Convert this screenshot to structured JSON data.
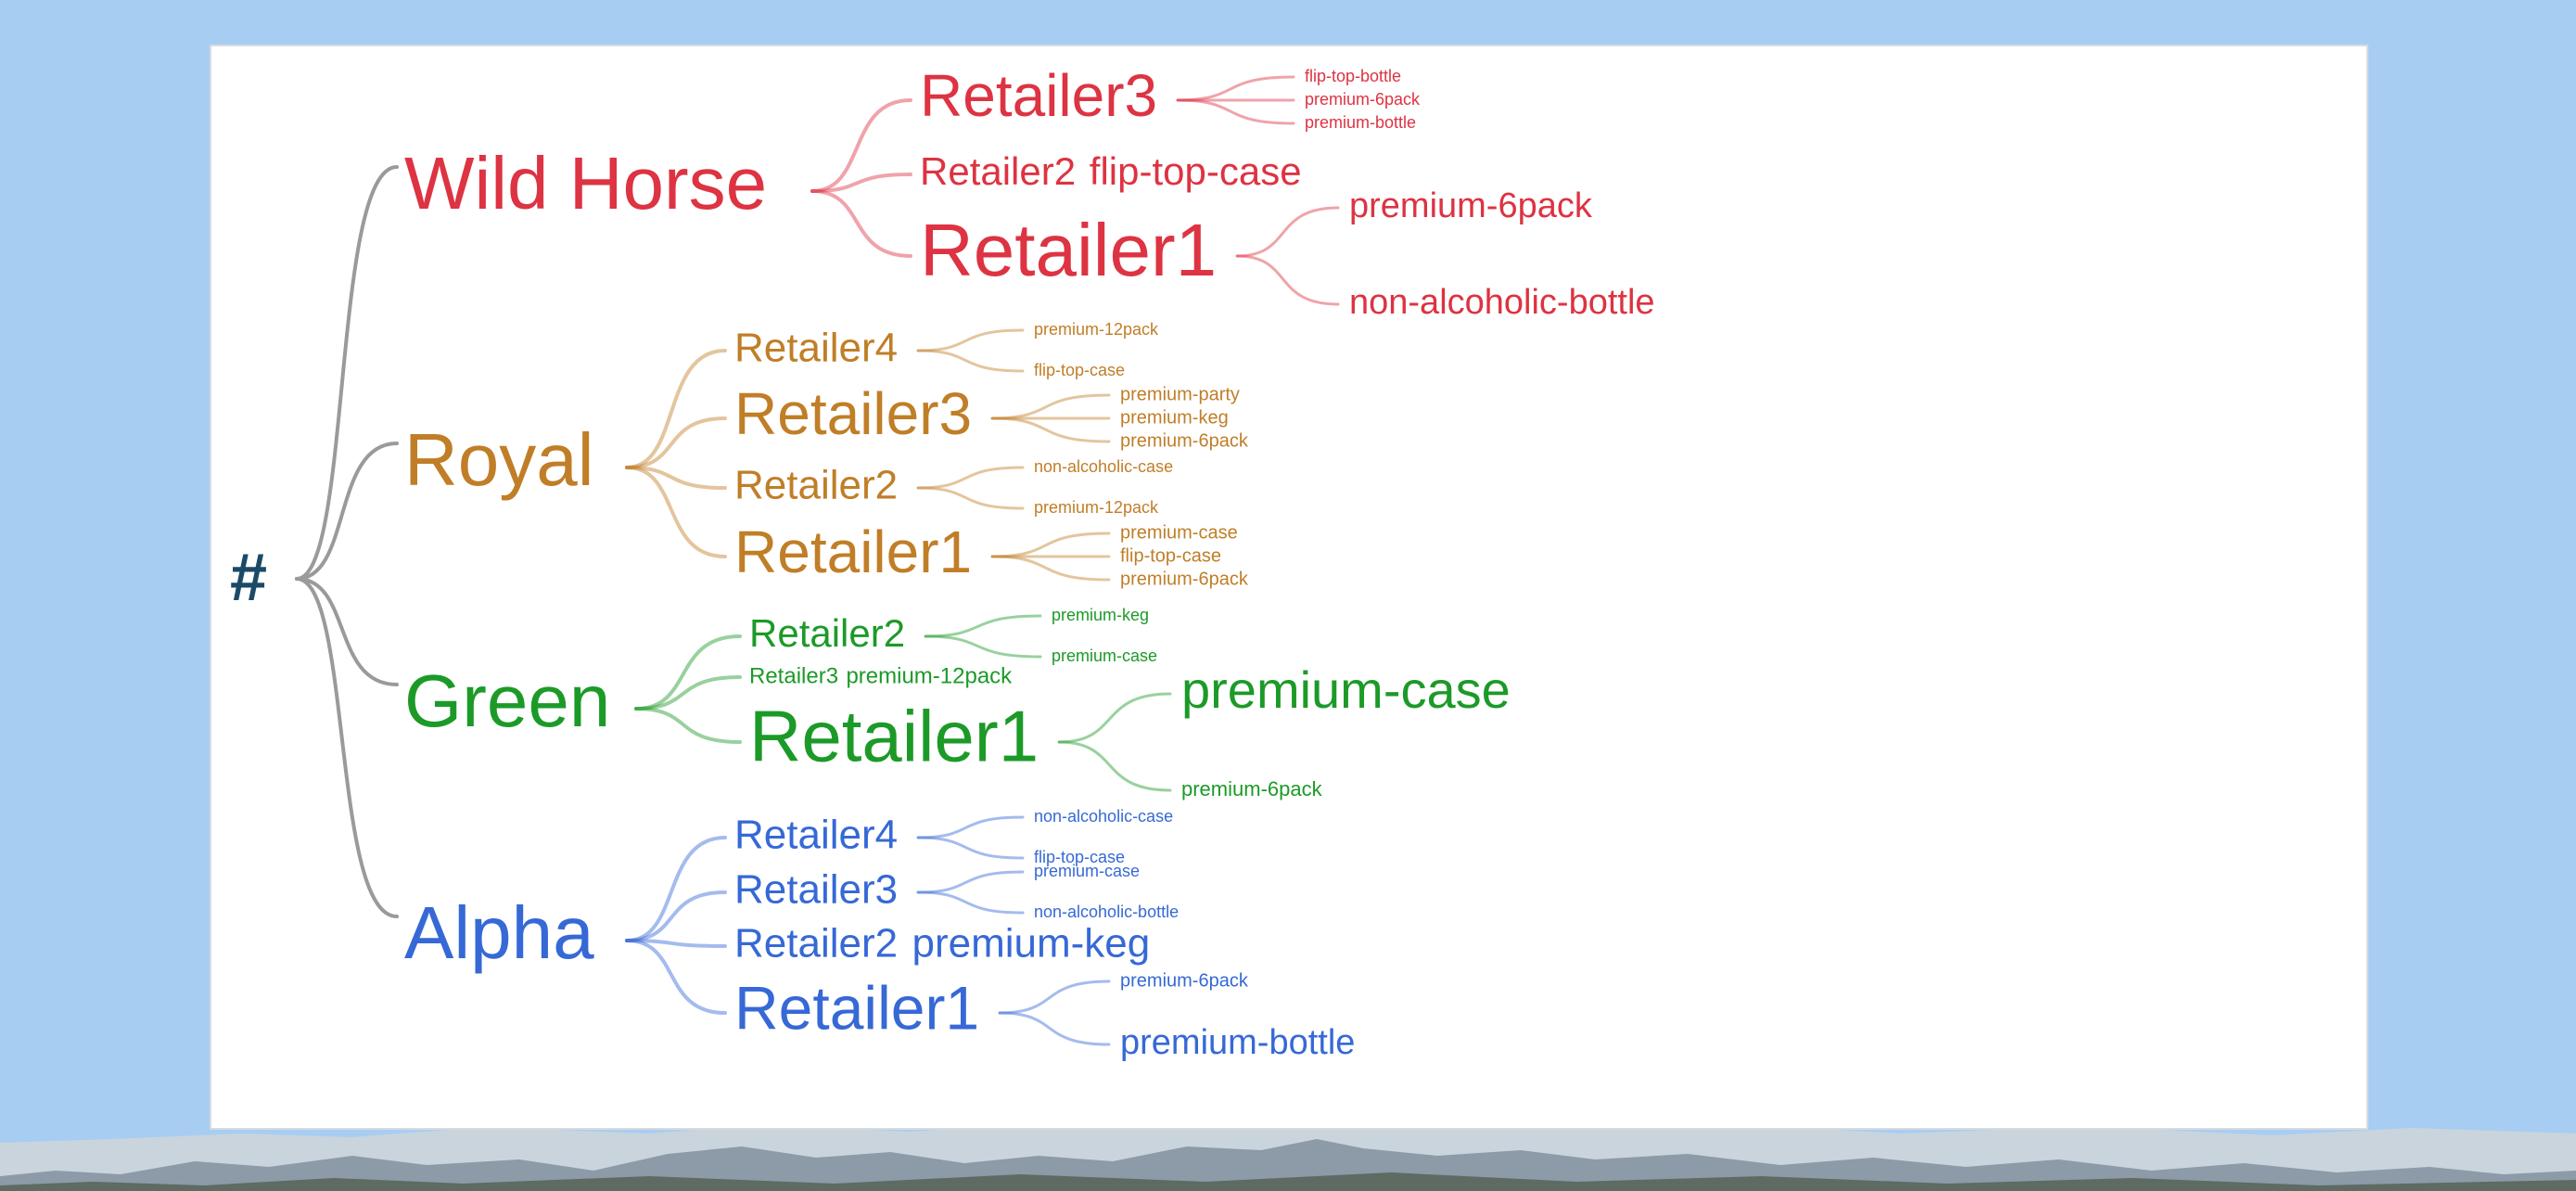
{
  "root": {
    "label": "#",
    "color": "#1b4a66"
  },
  "brands": [
    {
      "name": "Wild Horse",
      "color": "#dd3342",
      "retailers": [
        {
          "name": "Retailer3",
          "products": [
            "flip-top-bottle",
            "premium-6pack",
            "premium-bottle"
          ]
        },
        {
          "name": "Retailer2",
          "products": [
            "flip-top-case"
          ]
        },
        {
          "name": "Retailer1",
          "products": [
            "premium-6pack",
            "non-alcoholic-bottle"
          ]
        }
      ]
    },
    {
      "name": "Royal",
      "color": "#c07e27",
      "retailers": [
        {
          "name": "Retailer4",
          "products": [
            "premium-12pack",
            "flip-top-case"
          ]
        },
        {
          "name": "Retailer3",
          "products": [
            "premium-party",
            "premium-keg",
            "premium-6pack"
          ]
        },
        {
          "name": "Retailer2",
          "products": [
            "non-alcoholic-case",
            "premium-12pack"
          ]
        },
        {
          "name": "Retailer1",
          "products": [
            "premium-case",
            "flip-top-case",
            "premium-6pack"
          ]
        }
      ]
    },
    {
      "name": "Green",
      "color": "#1c9a28",
      "retailers": [
        {
          "name": "Retailer2",
          "products": [
            "premium-keg",
            "premium-case"
          ]
        },
        {
          "name": "Retailer3",
          "products": [
            "premium-12pack"
          ]
        },
        {
          "name": "Retailer1",
          "products": [
            "premium-case",
            "premium-6pack"
          ]
        }
      ]
    },
    {
      "name": "Alpha",
      "color": "#3669d6",
      "retailers": [
        {
          "name": "Retailer4",
          "products": [
            "non-alcoholic-case",
            "flip-top-case"
          ]
        },
        {
          "name": "Retailer3",
          "products": [
            "premium-case",
            "non-alcoholic-bottle"
          ]
        },
        {
          "name": "Retailer2",
          "products": [
            "premium-keg"
          ]
        },
        {
          "name": "Retailer1",
          "products": [
            "premium-6pack",
            "premium-bottle"
          ]
        }
      ]
    }
  ]
}
